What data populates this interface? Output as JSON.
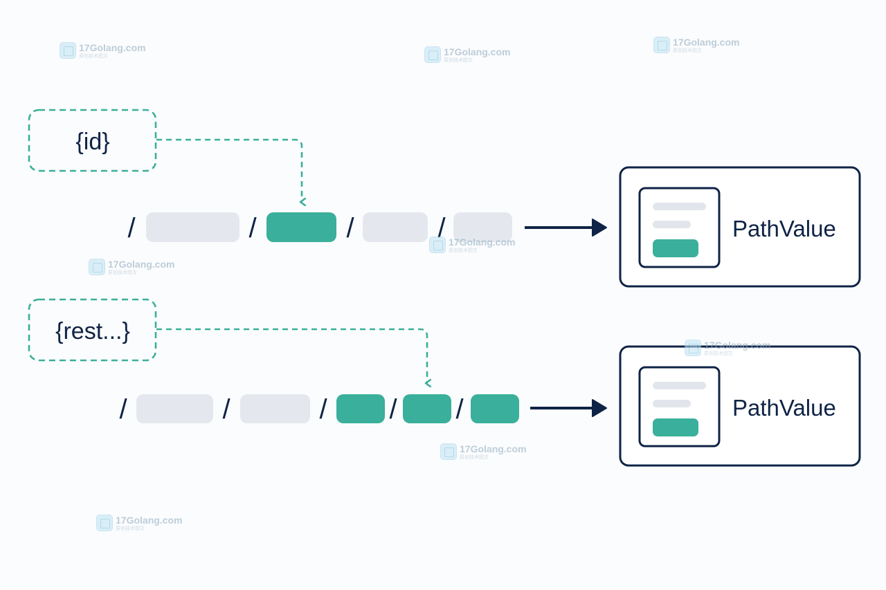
{
  "diagram": {
    "top": {
      "placeholder_label": "{id}",
      "separator": "/",
      "output_label": "PathValue"
    },
    "bottom": {
      "placeholder_label": "{rest...}",
      "separator": "/",
      "output_label": "PathValue"
    }
  },
  "colors": {
    "teal": "#3aaf9b",
    "navy": "#0f2346",
    "segment_gray": "#e4e8ee",
    "dash_teal": "#3aaf9b",
    "card_line": "#e2e6ec"
  },
  "watermark": {
    "title": "17Golang.com",
    "subtitle": "原创技术图文"
  }
}
